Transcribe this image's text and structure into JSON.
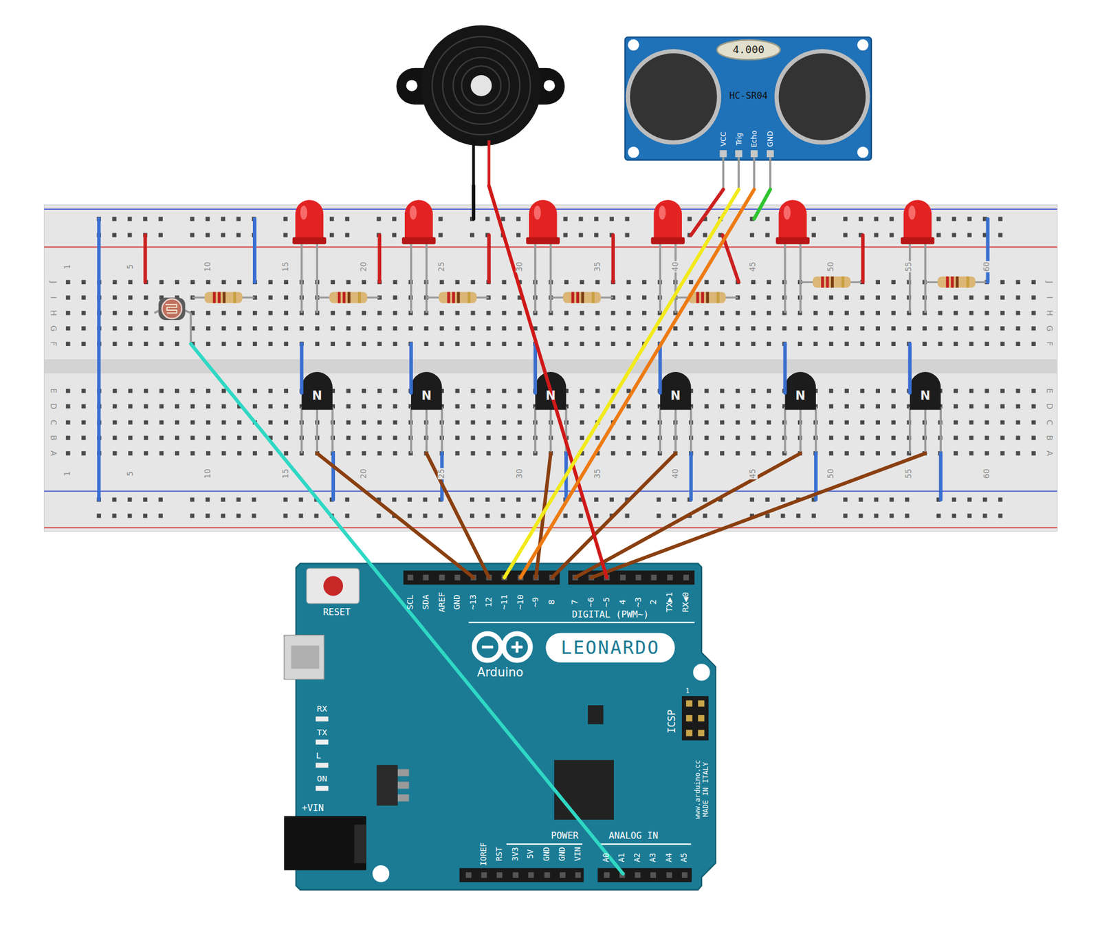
{
  "diagram": {
    "labels": [
      "4.000",
      "HC-SR04",
      "VCC",
      "Trig",
      "Echo",
      "GND",
      "RESET",
      "SCL",
      "SDA",
      "AREF",
      "GND",
      "~13",
      "12",
      "~11",
      "~10",
      "~9",
      "8",
      "7",
      "~6",
      "~5",
      "4",
      "~3",
      "2",
      "TX▶1",
      "RX◀0",
      "DIGITAL (PWM~)",
      "LEONARDO",
      "Arduino",
      "RX",
      "TX",
      "L",
      "ON",
      "ICSP",
      "1",
      "+VIN",
      "POWER",
      "ANALOG IN",
      "IOREF",
      "RST",
      "3V3",
      "5V",
      "GND",
      "GND",
      "VIN",
      "A0",
      "A1",
      "A2",
      "A3",
      "A4",
      "A5",
      "www.arduino.cc MADE IN ITALY",
      "1",
      "5",
      "10",
      "15",
      "20",
      "25",
      "30",
      "35",
      "40",
      "45",
      "50",
      "55",
      "60",
      "1",
      "5",
      "10",
      "15",
      "20",
      "25",
      "30",
      "35",
      "40",
      "45",
      "50",
      "55",
      "60",
      "J",
      "I",
      "H",
      "G",
      "F",
      "J",
      "I",
      "H",
      "G",
      "F",
      "E",
      "D",
      "C",
      "B",
      "A",
      "E",
      "D",
      "C",
      "B",
      "A",
      "N",
      "N",
      "N",
      "N",
      "N",
      "N"
    ]
  }
}
